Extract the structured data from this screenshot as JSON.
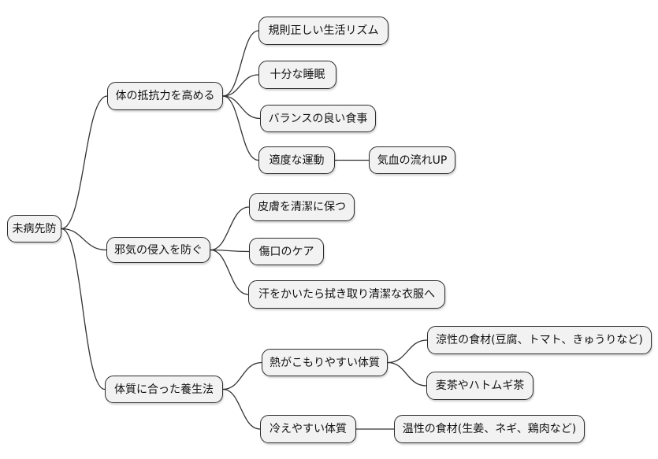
{
  "diagram": {
    "type": "mindmap",
    "direction": "left-to-right",
    "colors": {
      "background": "#ffffff",
      "node_fill": "#f2f2f2",
      "node_border": "#2b2b2b",
      "edge_stroke": "#333333",
      "text": "#111111"
    },
    "tree": {
      "label": "未病先防",
      "children": [
        {
          "label": "体の抵抗力を高める",
          "children": [
            {
              "label": "規則正しい生活リズム"
            },
            {
              "label": "十分な睡眠"
            },
            {
              "label": "バランスの良い食事"
            },
            {
              "label": "適度な運動",
              "children": [
                {
                  "label": "気血の流れUP"
                }
              ]
            }
          ]
        },
        {
          "label": "邪気の侵入を防ぐ",
          "children": [
            {
              "label": "皮膚を清潔に保つ"
            },
            {
              "label": "傷口のケア"
            },
            {
              "label": "汗をかいたら拭き取り清潔な衣服へ"
            }
          ]
        },
        {
          "label": "体質に合った養生法",
          "children": [
            {
              "label": "熱がこもりやすい体質",
              "children": [
                {
                  "label": "涼性の食材(豆腐、トマト、きゅうりなど)"
                },
                {
                  "label": "麦茶やハトムギ茶"
                }
              ]
            },
            {
              "label": "冷えやすい体質",
              "children": [
                {
                  "label": "温性の食材(生姜、ネギ、鶏肉など)"
                }
              ]
            }
          ]
        }
      ]
    }
  }
}
